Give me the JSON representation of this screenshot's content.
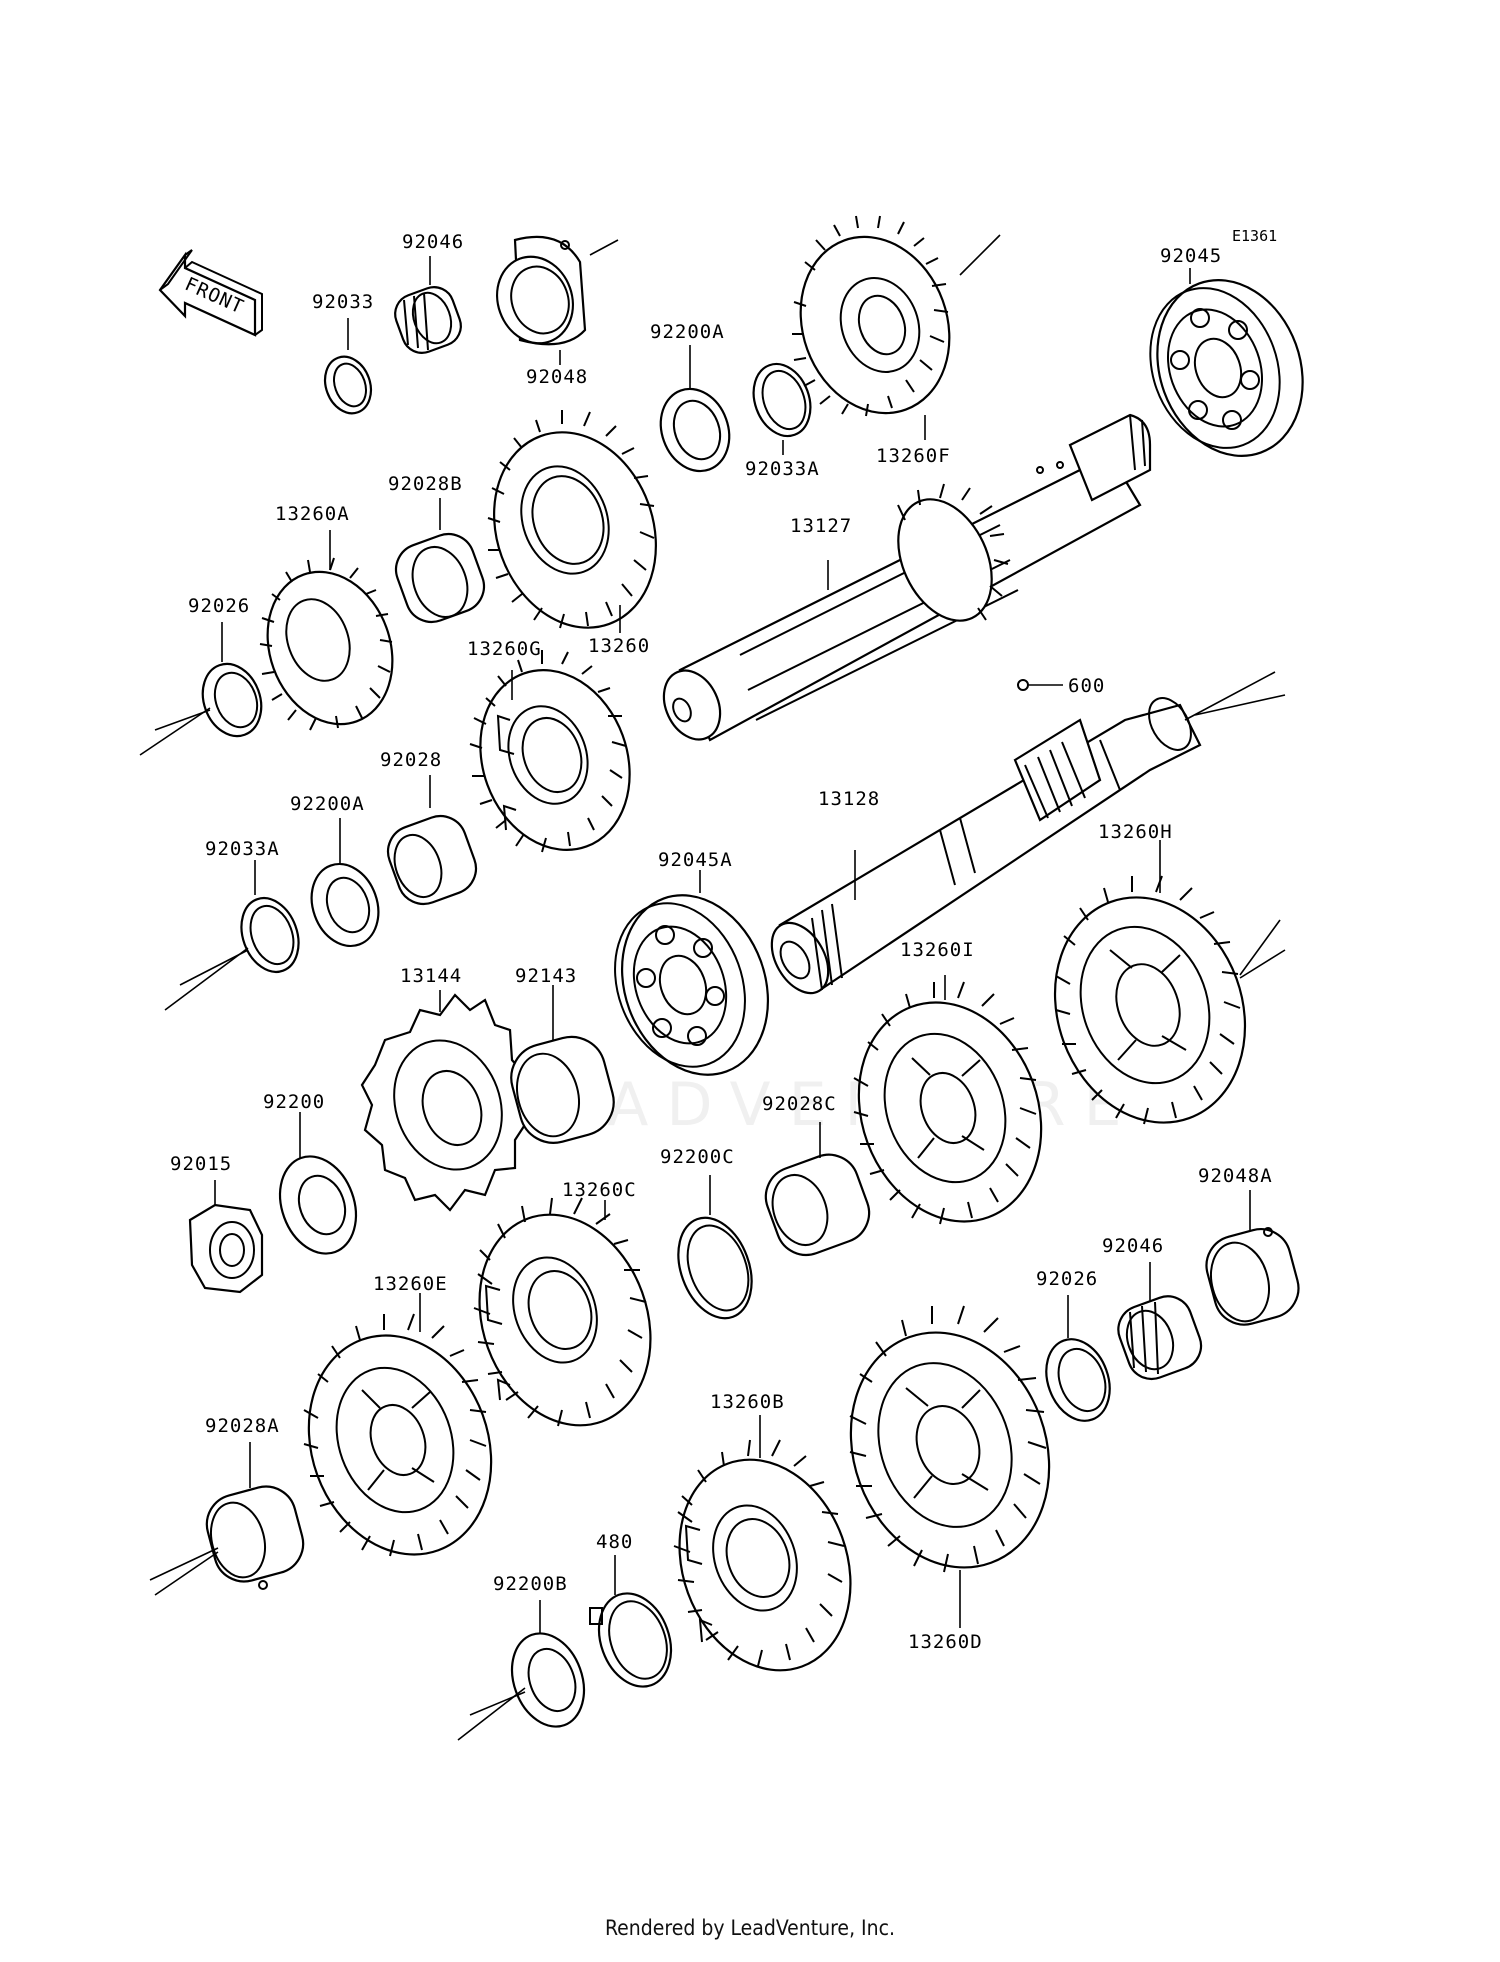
{
  "diagram_ref": "E1361",
  "front_label": "FRONT",
  "watermark": "LEADVENTURE",
  "footer": "Rendered by LeadVenture, Inc.",
  "parts": {
    "p92046": "92046",
    "p92033": "92033",
    "p92048": "92048",
    "p92200A_top": "92200A",
    "p92033A_top": "92033A",
    "p13260F": "13260F",
    "p92045": "92045",
    "p92028B": "92028B",
    "p13260A": "13260A",
    "p13260": "13260",
    "p13127": "13127",
    "p92026_left": "92026",
    "p13260G": "13260G",
    "p600": "600",
    "p92028": "92028",
    "p92200A_left": "92200A",
    "p13128": "13128",
    "p13260H": "13260H",
    "p92033A_left": "92033A",
    "p92045A": "92045A",
    "p13144": "13144",
    "p92143": "92143",
    "p13260I": "13260I",
    "p92200": "92200",
    "p92028C": "92028C",
    "p92015": "92015",
    "p92200C": "92200C",
    "p13260C": "13260C",
    "p92048A": "92048A",
    "p92046_right": "92046",
    "p13260E": "13260E",
    "p92026_right": "92026",
    "p92028A": "92028A",
    "p13260B": "13260B",
    "p480": "480",
    "p92200B": "92200B",
    "p13260D": "13260D"
  }
}
